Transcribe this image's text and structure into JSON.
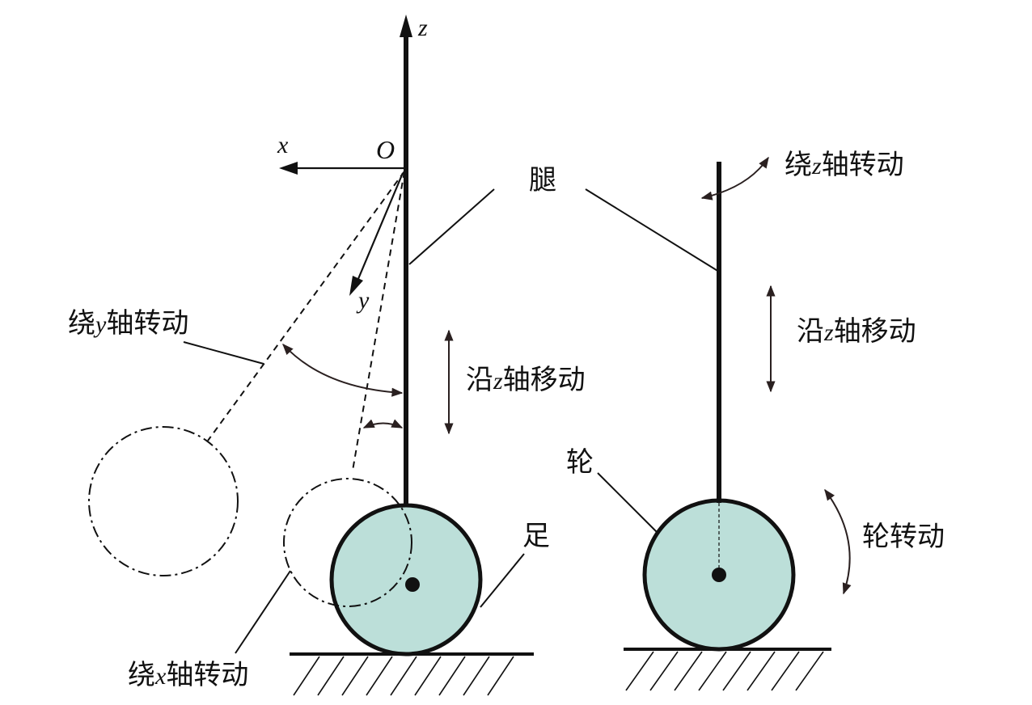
{
  "labels": {
    "z_axis": "z",
    "x_axis": "x",
    "y_axis": "y",
    "origin": "O",
    "leg": "腿",
    "rotate_y_pre": "绕",
    "rotate_y_var": "y",
    "rotate_y_post": "轴转动",
    "slide_z_left_pre": "沿",
    "slide_z_left_var": "z",
    "slide_z_left_post": "轴移动",
    "foot": "足",
    "rotate_x_pre": "绕",
    "rotate_x_var": "x",
    "rotate_x_post": "轴转动",
    "rotate_z_pre": "绕",
    "rotate_z_var": "z",
    "rotate_z_post": "轴转动",
    "slide_z_right_pre": "沿",
    "slide_z_right_var": "z",
    "slide_z_right_post": "轴移动",
    "wheel": "轮",
    "wheel_rotate": "轮转动"
  },
  "colors": {
    "wheel_fill": "#bcdfd9",
    "ink": "#111111",
    "arrow": "#2a2020"
  }
}
